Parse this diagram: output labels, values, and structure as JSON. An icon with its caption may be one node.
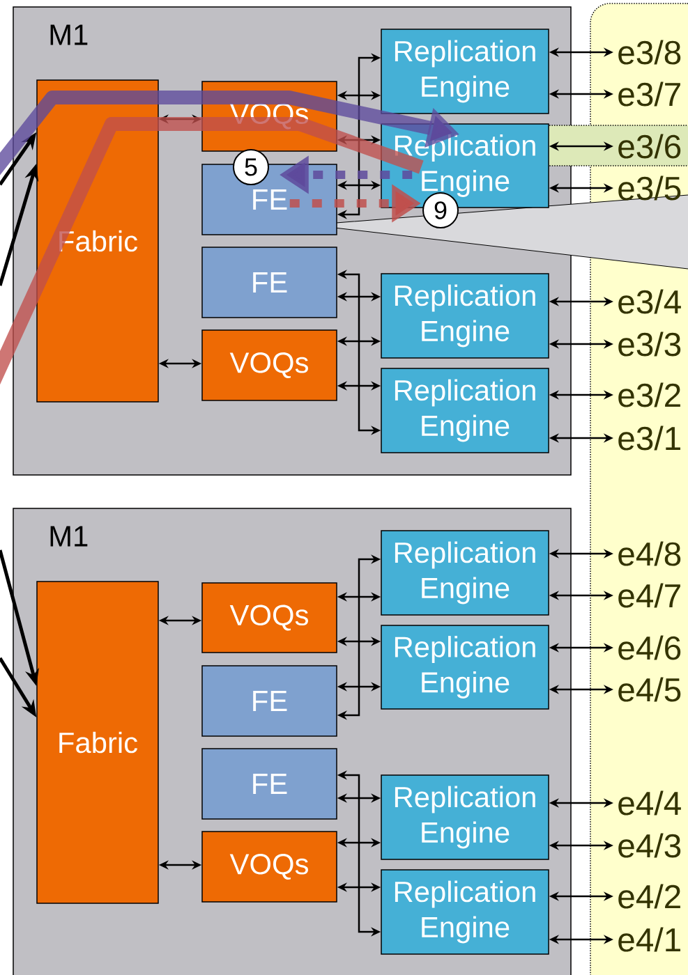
{
  "diagram": {
    "nodes": [
      {
        "text": [
          "M1"
        ]
      },
      {
        "text": [
          "Fabric"
        ],
        "in": 0
      },
      {
        "text": [
          "VOQs"
        ],
        "in": 0
      },
      {
        "text": [
          "FE"
        ],
        "in": 0
      },
      {
        "text": [
          "FE"
        ],
        "in": 0
      },
      {
        "text": [
          "VOQs"
        ],
        "in": 0
      },
      {
        "text": [
          "Replication Engine"
        ],
        "in": 0
      },
      {
        "text": [
          "Replication Engine"
        ],
        "in": 0
      },
      {
        "text": [
          "Replication Engine"
        ],
        "in": 0
      },
      {
        "text": [
          "Replication Engine"
        ],
        "in": 0
      },
      {
        "text": [
          "M1"
        ]
      },
      {
        "text": [
          "Fabric"
        ],
        "in": 10
      },
      {
        "text": [
          "VOQs"
        ],
        "in": 10
      },
      {
        "text": [
          "FE"
        ],
        "in": 10
      },
      {
        "text": [
          "FE"
        ],
        "in": 10
      },
      {
        "text": [
          "VOQs"
        ],
        "in": 10
      },
      {
        "text": [
          "Replication Engine"
        ],
        "in": 10
      },
      {
        "text": [
          "Replication Engine"
        ],
        "in": 10
      },
      {
        "text": [
          "Replication Engine"
        ],
        "in": 10
      },
      {
        "text": [
          "Replication Engine"
        ],
        "in": 10
      },
      {
        "text": [],
        "shape": "box"
      },
      {
        "text": [
          "e3/8"
        ],
        "in": 20
      },
      {
        "text": [
          "e3/7"
        ],
        "in": 20
      },
      {
        "text": [
          "e3/6"
        ],
        "in": 20
      },
      {
        "text": [
          "e3/5"
        ],
        "in": 20
      },
      {
        "text": [
          "e3/4"
        ],
        "in": 20
      },
      {
        "text": [
          "e3/3"
        ],
        "in": 20
      },
      {
        "text": [
          "e3/2"
        ],
        "in": 20
      },
      {
        "text": [
          "e3/1"
        ],
        "in": 20
      },
      {
        "text": [
          "e4/8"
        ],
        "in": 20
      },
      {
        "text": [
          "e4/7"
        ],
        "in": 20
      },
      {
        "text": [
          "e4/6"
        ],
        "in": 20
      },
      {
        "text": [
          "e4/5"
        ],
        "in": 20
      },
      {
        "text": [
          "e4/4"
        ],
        "in": 20
      },
      {
        "text": [
          "e4/3"
        ],
        "in": 20
      },
      {
        "text": [
          "e4/2"
        ],
        "in": 20
      },
      {
        "text": [
          "e4/1"
        ],
        "in": 20
      },
      {
        "text": [
          "5"
        ],
        "in": 0
      },
      {
        "text": [
          "9"
        ],
        "in": 0
      }
    ],
    "edges": [
      {
        "from": 1,
        "to": 2,
        "arrow": "both"
      },
      {
        "from": 1,
        "to": 5,
        "arrow": "both"
      },
      {
        "from": 2,
        "to": 6,
        "arrow": "both"
      },
      {
        "from": 2,
        "to": 7,
        "arrow": "both"
      },
      {
        "from": 3,
        "to": 7,
        "arrow": "both"
      },
      {
        "from": 3,
        "to": 6,
        "arrow": "both"
      },
      {
        "from": 4,
        "to": 8,
        "arrow": "both"
      },
      {
        "from": 5,
        "to": 8,
        "arrow": "both"
      },
      {
        "from": 5,
        "to": 9,
        "arrow": "both"
      },
      {
        "from": 4,
        "to": 9,
        "arrow": "both"
      },
      {
        "from": 11,
        "to": 12,
        "arrow": "both"
      },
      {
        "from": 11,
        "to": 15,
        "arrow": "both"
      },
      {
        "from": 12,
        "to": 16,
        "arrow": "both"
      },
      {
        "from": 12,
        "to": 17,
        "arrow": "both"
      },
      {
        "from": 13,
        "to": 17,
        "arrow": "both"
      },
      {
        "from": 13,
        "to": 16,
        "arrow": "both"
      },
      {
        "from": 14,
        "to": 18,
        "arrow": "both"
      },
      {
        "from": 15,
        "to": 18,
        "arrow": "both"
      },
      {
        "from": 15,
        "to": 19,
        "arrow": "both"
      },
      {
        "from": 14,
        "to": 19,
        "arrow": "both"
      },
      {
        "from": 6,
        "to": 21,
        "arrow": "both"
      },
      {
        "from": 6,
        "to": 22,
        "arrow": "both"
      },
      {
        "from": 7,
        "to": 23,
        "arrow": "both"
      },
      {
        "from": 7,
        "to": 24,
        "arrow": "both"
      },
      {
        "from": 8,
        "to": 25,
        "arrow": "both"
      },
      {
        "from": 8,
        "to": 26,
        "arrow": "both"
      },
      {
        "from": 9,
        "to": 27,
        "arrow": "both"
      },
      {
        "from": 9,
        "to": 28,
        "arrow": "both"
      },
      {
        "from": 16,
        "to": 29,
        "arrow": "both"
      },
      {
        "from": 16,
        "to": 30,
        "arrow": "both"
      },
      {
        "from": 17,
        "to": 31,
        "arrow": "both"
      },
      {
        "from": 17,
        "to": 32,
        "arrow": "both"
      },
      {
        "from": 18,
        "to": 33,
        "arrow": "both"
      },
      {
        "from": 18,
        "to": 34,
        "arrow": "both"
      },
      {
        "from": 19,
        "to": 35,
        "arrow": "both"
      },
      {
        "from": 19,
        "to": 36,
        "arrow": "both"
      },
      {
        "from": null,
        "to": 1,
        "arrow": "to",
        "style": "thick"
      },
      {
        "from": null,
        "to": 1,
        "arrow": "to",
        "style": "thick"
      },
      {
        "from": null,
        "to": 11,
        "arrow": "to",
        "style": "thick"
      },
      {
        "from": null,
        "to": 11,
        "arrow": "to",
        "style": "thick"
      },
      {
        "from": null,
        "to": 7,
        "arrow": "to",
        "style": "thick",
        "color": "#5e4a9c"
      },
      {
        "from": null,
        "to": 7,
        "arrow": "none",
        "style": "thick",
        "color": "#c0504d"
      },
      {
        "from": 7,
        "to": 3,
        "arrow": "to",
        "style": "dashed",
        "color": "#5e4a9c"
      },
      {
        "from": 3,
        "to": 7,
        "arrow": "to",
        "style": "dashed",
        "color": "#c0504d"
      }
    ]
  }
}
